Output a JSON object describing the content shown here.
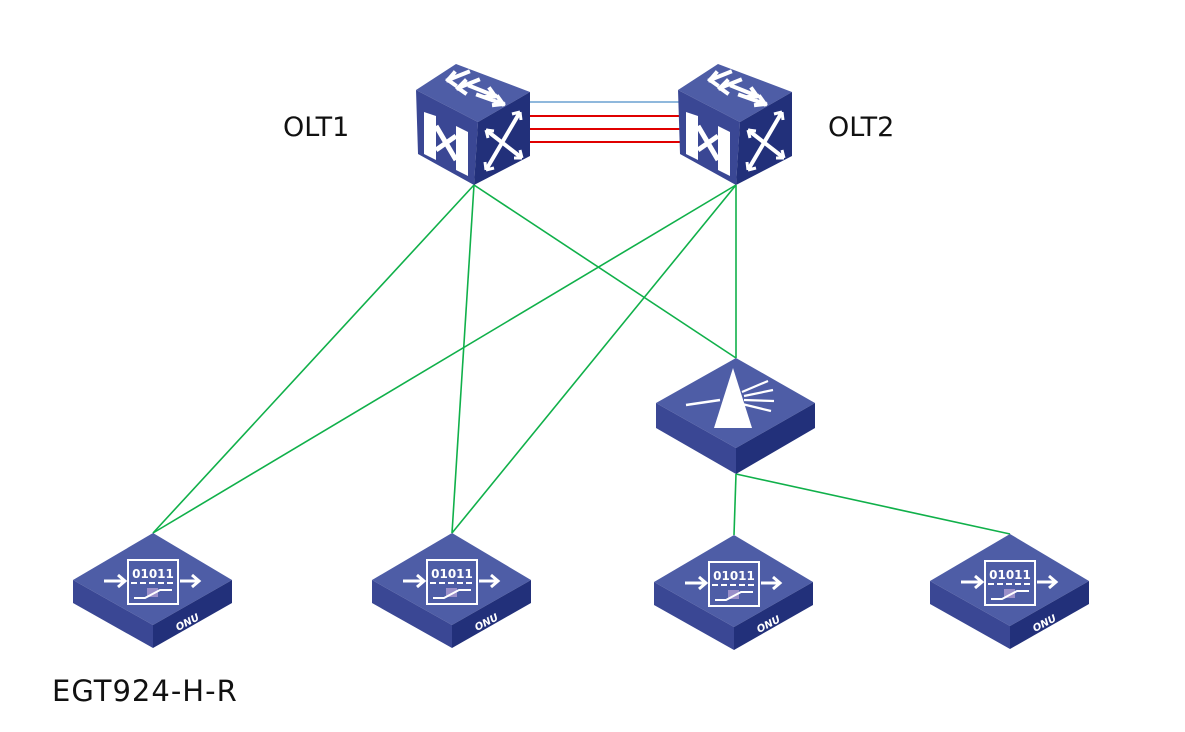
{
  "diagram": {
    "type": "network-topology",
    "colors": {
      "device_top": "#4e5da6",
      "device_left": "#3a4794",
      "device_right": "#22307a",
      "device_glyph": "#ffffff",
      "fiber_link": "#10b04a",
      "stack_link_blue": "#6aa0d0",
      "stack_link_red": "#e00000"
    },
    "nodes": [
      {
        "id": "olt1",
        "kind": "olt-switch",
        "label": "OLT1"
      },
      {
        "id": "olt2",
        "kind": "olt-switch",
        "label": "OLT2"
      },
      {
        "id": "splitter",
        "kind": "optical-splitter",
        "label": ""
      },
      {
        "id": "onu1",
        "kind": "onu",
        "label": "EGT924-H-R",
        "badge": "ONU",
        "glyph_text": "01011"
      },
      {
        "id": "onu2",
        "kind": "onu",
        "label": "",
        "badge": "ONU",
        "glyph_text": "01011"
      },
      {
        "id": "onu3",
        "kind": "onu",
        "label": "",
        "badge": "ONU",
        "glyph_text": "01011"
      },
      {
        "id": "onu4",
        "kind": "onu",
        "label": "",
        "badge": "ONU",
        "glyph_text": "01011"
      }
    ],
    "edges": [
      {
        "from": "olt1",
        "to": "olt2",
        "style": "stack-blue"
      },
      {
        "from": "olt1",
        "to": "olt2",
        "style": "stack-red"
      },
      {
        "from": "olt1",
        "to": "olt2",
        "style": "stack-red"
      },
      {
        "from": "olt1",
        "to": "olt2",
        "style": "stack-red"
      },
      {
        "from": "olt1",
        "to": "onu1",
        "style": "fiber"
      },
      {
        "from": "olt1",
        "to": "onu2",
        "style": "fiber"
      },
      {
        "from": "olt1",
        "to": "splitter",
        "style": "fiber"
      },
      {
        "from": "olt2",
        "to": "onu1",
        "style": "fiber"
      },
      {
        "from": "olt2",
        "to": "onu2",
        "style": "fiber"
      },
      {
        "from": "olt2",
        "to": "splitter",
        "style": "fiber"
      },
      {
        "from": "splitter",
        "to": "onu3",
        "style": "fiber"
      },
      {
        "from": "splitter",
        "to": "onu4",
        "style": "fiber"
      }
    ]
  }
}
